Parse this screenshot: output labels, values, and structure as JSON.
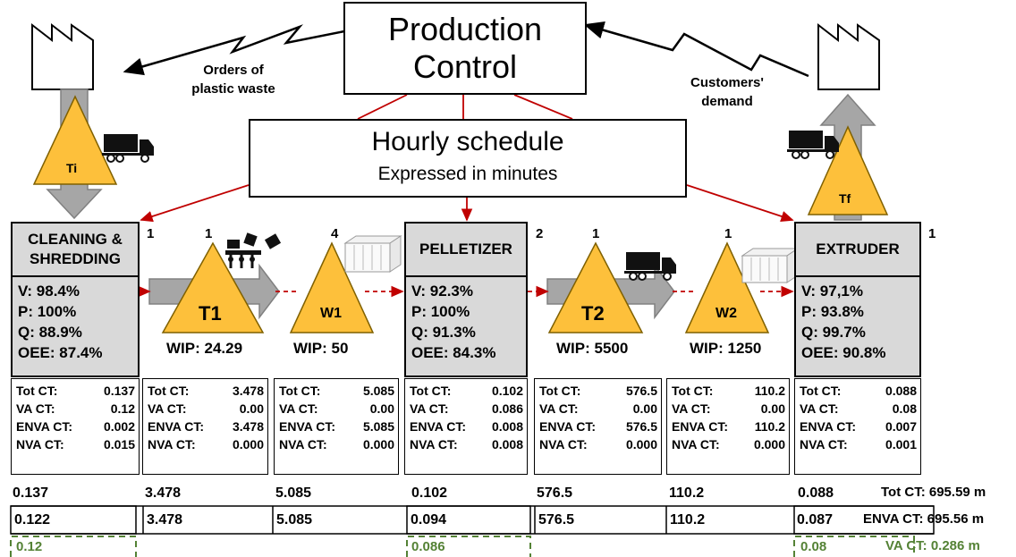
{
  "control": {
    "title_line1": "Production",
    "title_line2": "Control"
  },
  "schedule": {
    "title": "Hourly schedule",
    "subtitle": "Expressed in minutes"
  },
  "flows": {
    "left": [
      "Orders of",
      "plastic waste"
    ],
    "right": [
      "Customers'",
      "demand"
    ]
  },
  "triangles": {
    "ti": "Ti",
    "tf": "Tf",
    "t1": "T1",
    "w1": "W1",
    "t2": "T2",
    "w2": "W2"
  },
  "operators": [
    "1",
    "1",
    "4",
    "2",
    "1",
    "1",
    "1"
  ],
  "processes": [
    {
      "name": "CLEANING & SHREDDING",
      "name_lines": [
        "CLEANING &",
        "SHREDDING"
      ],
      "metrics": [
        "V: 98.4%",
        "P: 100%",
        "Q: 88.9%",
        "OEE: 87.4%"
      ]
    },
    {
      "name": "PELLETIZER",
      "name_lines": [
        "PELLETIZER"
      ],
      "metrics": [
        "V: 92.3%",
        "P: 100%",
        "Q: 91.3%",
        "OEE: 84.3%"
      ]
    },
    {
      "name": "EXTRUDER",
      "name_lines": [
        "EXTRUDER"
      ],
      "metrics": [
        "V: 97,1%",
        "P: 93.8%",
        "Q: 99.7%",
        "OEE: 90.8%"
      ]
    }
  ],
  "wip": [
    "WIP: 24.29",
    "WIP: 50",
    "WIP: 5500",
    "WIP: 1250"
  ],
  "ct_boxes": [
    {
      "tot": "0.137",
      "va": "0.12",
      "enva": "0.002",
      "nva": "0.015"
    },
    {
      "tot": "3.478",
      "va": "0.00",
      "enva": "3.478",
      "nva": "0.000"
    },
    {
      "tot": "5.085",
      "va": "0.00",
      "enva": "5.085",
      "nva": "0.000"
    },
    {
      "tot": "0.102",
      "va": "0.086",
      "enva": "0.008",
      "nva": "0.008"
    },
    {
      "tot": "576.5",
      "va": "0.00",
      "enva": "576.5",
      "nva": "0.000"
    },
    {
      "tot": "110.2",
      "va": "0.00",
      "enva": "110.2",
      "nva": "0.000"
    },
    {
      "tot": "0.088",
      "va": "0.08",
      "enva": "0.007",
      "nva": "0.001"
    }
  ],
  "ct_labels": {
    "tot": "Tot CT:",
    "va": "VA CT:",
    "enva": "ENVA CT:",
    "nva": "NVA CT:"
  },
  "timeline": {
    "tot": [
      "0.137",
      "3.478",
      "5.085",
      "0.102",
      "576.5",
      "110.2",
      "0.088"
    ],
    "enva": [
      "0.122",
      "3.478",
      "5.085",
      "0.094",
      "576.5",
      "110.2",
      "0.087"
    ],
    "va": [
      "0.12",
      "0.086",
      "0.08"
    ],
    "tot_total": "Tot CT: 695.59 m",
    "enva_total": "ENVA CT: 695.56 m",
    "va_total": "VA CT: 0.286 m"
  },
  "colors": {
    "triangle": "#fdc03b",
    "process": "#d9d9d9",
    "arrow": "#a6a6a6",
    "info_line": "#c00000",
    "va": "#548235"
  }
}
